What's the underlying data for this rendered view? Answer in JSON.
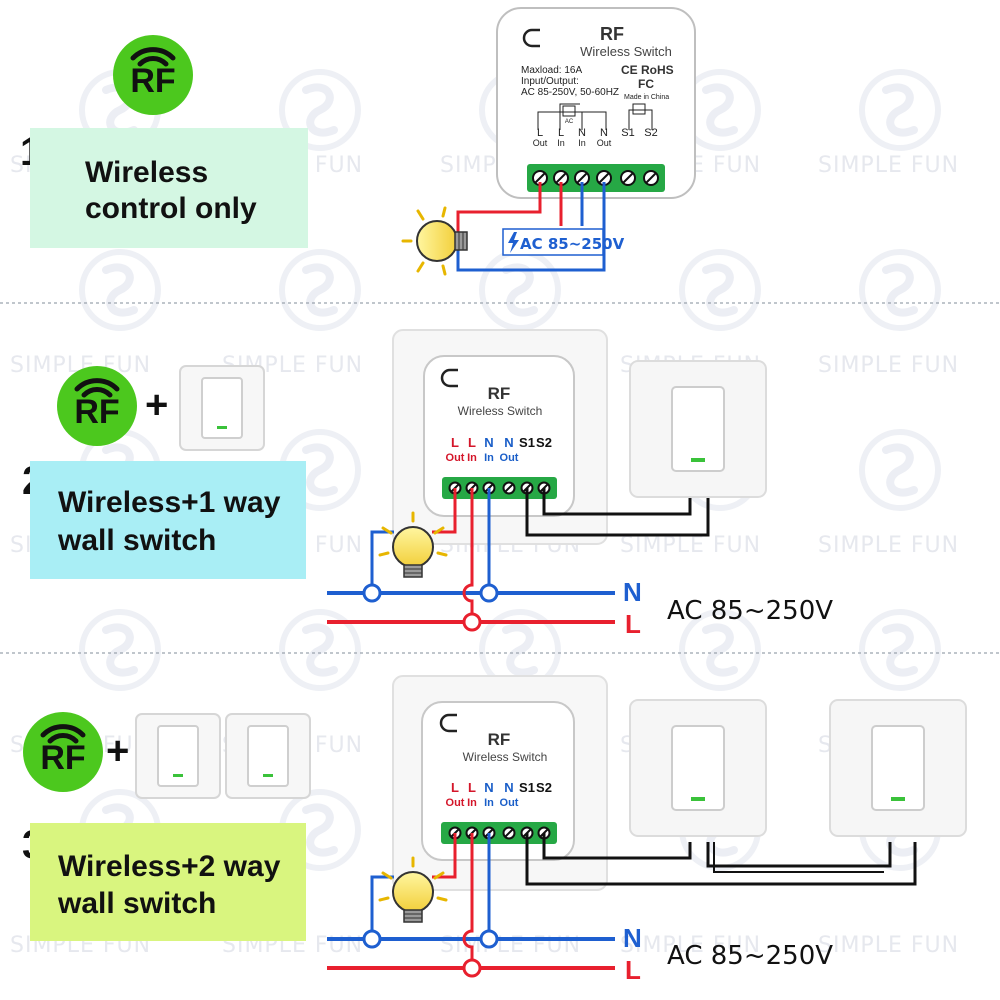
{
  "watermark": "SIMPLE FUN",
  "badge_label": "RF",
  "plus": "+",
  "sections": [
    {
      "number": "1",
      "caption_line1": "Wireless",
      "caption_line2": "control only"
    },
    {
      "number": "2",
      "caption_line1": "Wireless+1 way",
      "caption_line2": "wall switch"
    },
    {
      "number": "3",
      "caption_line1": "Wireless+2 way",
      "caption_line2": "wall switch"
    }
  ],
  "module": {
    "title": "RF",
    "subtitle": "Wireless Switch",
    "maxload": "Maxload: 16A",
    "io_label": "Input/Output:",
    "io_value": "AC 85-250V, 50-60HZ",
    "ce_rohs": "CE RoHS",
    "fc": "FC",
    "made_in": "Made in China",
    "relay_label": "AC",
    "terminals": [
      {
        "top": "L",
        "bottom": "Out"
      },
      {
        "top": "L",
        "bottom": "In"
      },
      {
        "top": "N",
        "bottom": "In"
      },
      {
        "top": "N",
        "bottom": "Out"
      },
      {
        "top": "S1",
        "bottom": ""
      },
      {
        "top": "S2",
        "bottom": ""
      }
    ]
  },
  "supply_badge": "AC 85~250V",
  "voltage_label": "AC 85~250V",
  "line_labels": {
    "neutral": "N",
    "live": "L"
  },
  "colors": {
    "badge_green": "#4cc81e",
    "panel1": "#d4f7e3",
    "panel2": "#a9eef5",
    "panel3": "#d9f57f",
    "wire_red": "#e8202e",
    "wire_blue": "#1e5fd0",
    "wire_black": "#111111",
    "terminal_green": "#26a845"
  }
}
